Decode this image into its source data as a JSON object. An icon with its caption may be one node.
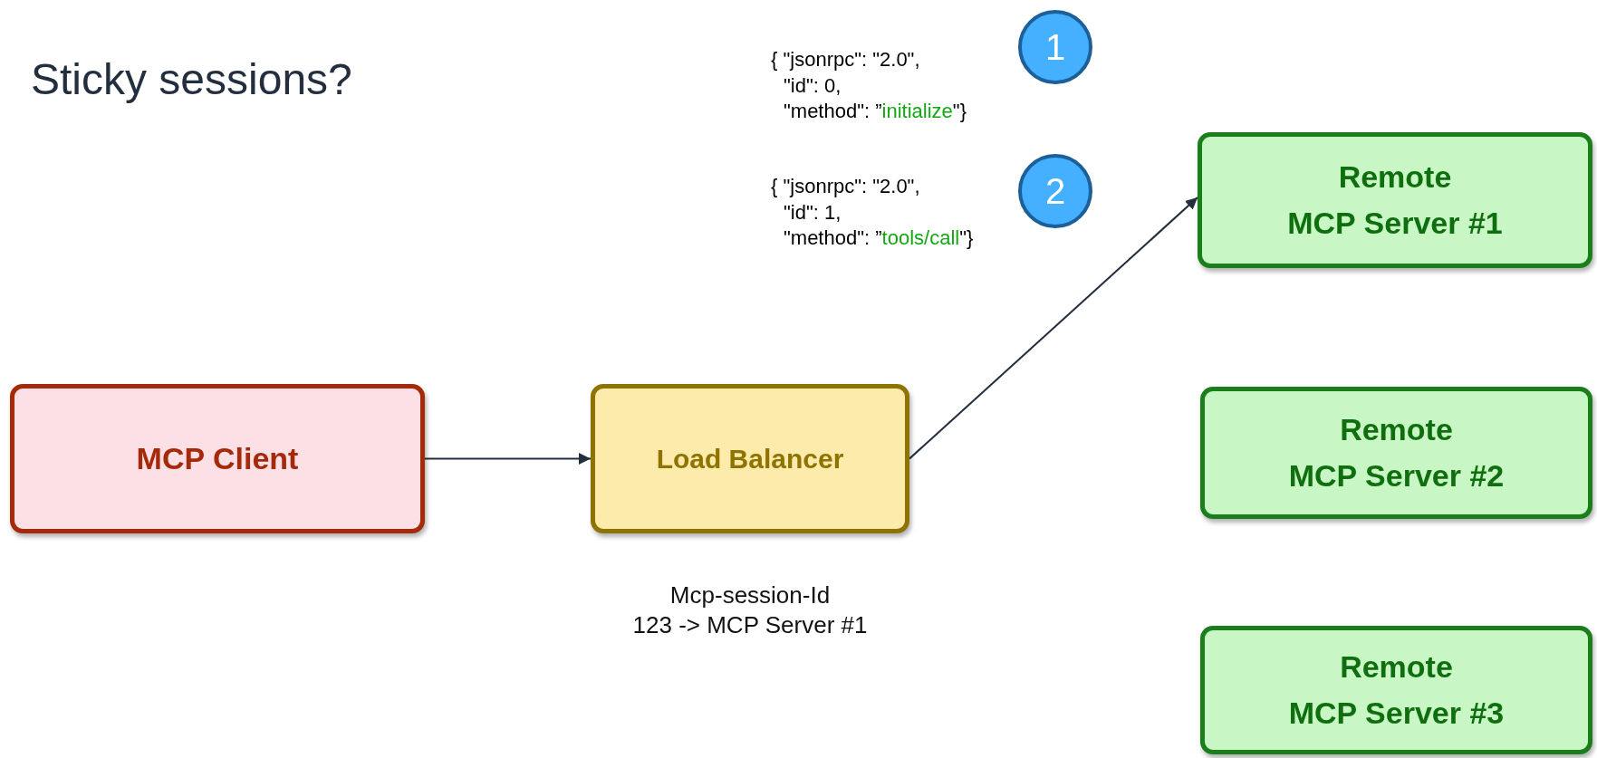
{
  "diagram": {
    "title": "Sticky sessions?",
    "nodes": [
      {
        "text": [
          "MCP Client"
        ]
      },
      {
        "text": [
          "Load Balancer"
        ],
        "beside": [
          "Mcp-session-Id",
          "123 -> MCP Server #1"
        ]
      },
      {
        "text": [
          "Remote",
          "MCP Server #1"
        ]
      },
      {
        "text": [
          "Remote",
          "MCP Server #2"
        ]
      },
      {
        "text": [
          "Remote",
          "MCP Server #3"
        ]
      }
    ],
    "edges": [
      {
        "from": 0,
        "to": 1,
        "arrow": "to"
      },
      {
        "from": 1,
        "to": 2,
        "arrow": "to"
      }
    ],
    "labels": [
      "{ \"jsonrpc\": \"2.0\", \"id\": 0, \"method\": ”initialize\"}",
      "1",
      "{ \"jsonrpc\": \"2.0\", \"id\": 1, \"method\": ”tools/call\"}",
      "2"
    ]
  }
}
